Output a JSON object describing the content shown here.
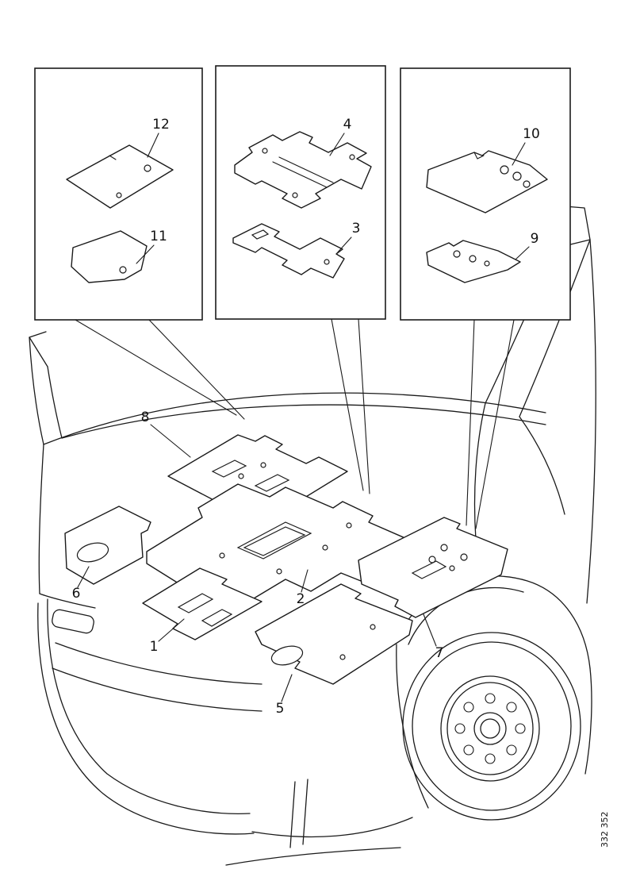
{
  "insets": [
    {
      "name": "inset-left",
      "callouts": [
        {
          "label": "12"
        },
        {
          "label": "11"
        }
      ]
    },
    {
      "name": "inset-center",
      "callouts": [
        {
          "label": "4"
        },
        {
          "label": "3"
        }
      ]
    },
    {
      "name": "inset-right",
      "callouts": [
        {
          "label": "10"
        },
        {
          "label": "9"
        }
      ]
    }
  ],
  "main_view": {
    "callouts": [
      {
        "label": "8"
      },
      {
        "label": "6"
      },
      {
        "label": "1"
      },
      {
        "label": "2"
      },
      {
        "label": "5"
      },
      {
        "label": "7"
      }
    ]
  },
  "doc_code": "332 352",
  "colors": {
    "line": "#1a1a1a",
    "background": "#ffffff"
  }
}
